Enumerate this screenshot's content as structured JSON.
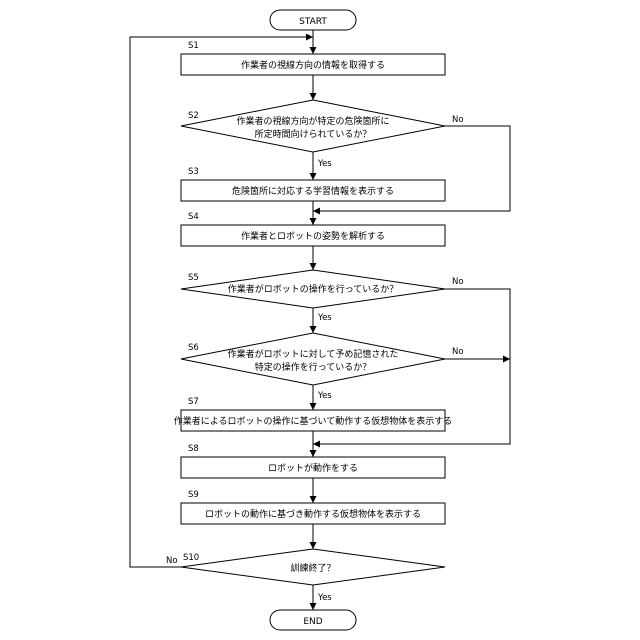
{
  "terminals": {
    "start": "START",
    "end": "END"
  },
  "steps": {
    "s1": {
      "id": "S1",
      "lines": [
        "作業者の視線方向の情報を取得する"
      ]
    },
    "s2": {
      "id": "S2",
      "lines": [
        "作業者の視線方向が特定の危険箇所に",
        "所定時間向けられているか？"
      ]
    },
    "s3": {
      "id": "S3",
      "lines": [
        "危険箇所に対応する学習情報を表示する"
      ]
    },
    "s4": {
      "id": "S4",
      "lines": [
        "作業者とロボットの姿勢を解析する"
      ]
    },
    "s5": {
      "id": "S5",
      "lines": [
        "作業者がロボットの操作を行っているか？"
      ]
    },
    "s6": {
      "id": "S6",
      "lines": [
        "作業者がロボットに対して予め記憶された",
        "特定の操作を行っているか？"
      ]
    },
    "s7": {
      "id": "S7",
      "lines": [
        "作業者によるロボットの操作に基づいて動作する仮想物体を表示する"
      ]
    },
    "s8": {
      "id": "S8",
      "lines": [
        "ロボットが動作をする"
      ]
    },
    "s9": {
      "id": "S9",
      "lines": [
        "ロボットの動作に基づき動作する仮想物体を表示する"
      ]
    },
    "s10": {
      "id": "S10",
      "lines": [
        "訓練終了？"
      ]
    }
  },
  "branch_labels": {
    "yes": "Yes",
    "no": "No"
  }
}
